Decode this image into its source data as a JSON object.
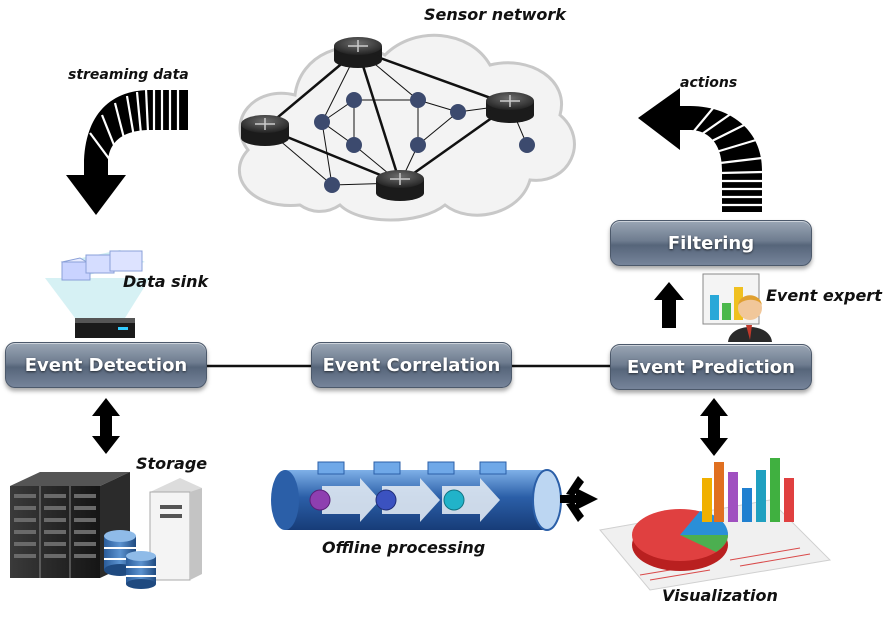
{
  "labels": {
    "sensor_network": "Sensor network",
    "streaming_data": "streaming data",
    "actions": "actions",
    "data_sink": "Data sink",
    "event_expert": "Event expert",
    "storage": "Storage",
    "offline_processing": "Offline processing",
    "visualization": "Visualization"
  },
  "boxes": {
    "filtering": "Filtering",
    "event_detection": "Event Detection",
    "event_correlation": "Event Correlation",
    "event_prediction": "Event Prediction"
  },
  "colors": {
    "box_top": "#9aa6b5",
    "box_bottom": "#56657a",
    "cloud": "#f2f2f2",
    "node": "#3c4a6e",
    "pipe": "#2b5fa8"
  },
  "icons": [
    "cloud-icon",
    "router-icon",
    "streaming-arrow-icon",
    "actions-arrow-icon",
    "data-sink-icon",
    "expert-icon",
    "server-rack-icon",
    "database-icon",
    "pipeline-icon",
    "charts-icon"
  ]
}
